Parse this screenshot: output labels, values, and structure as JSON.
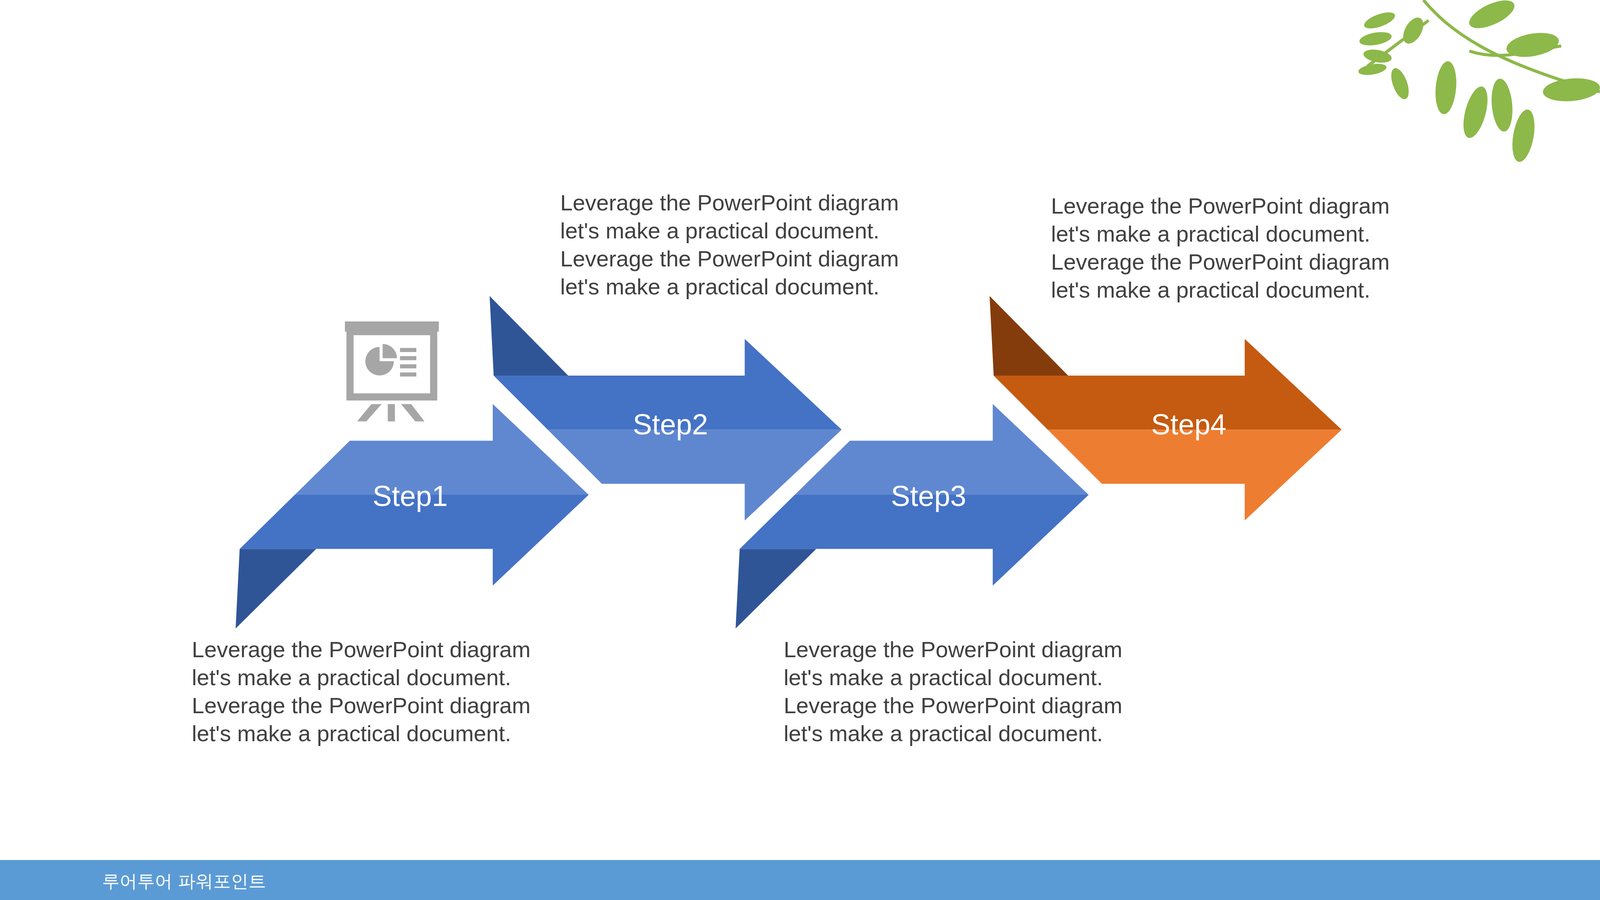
{
  "diagram": {
    "nodes": [
      {
        "text": [
          "Step1",
          "Leverage the PowerPoint diagram let's make a practical document. Leverage the PowerPoint diagram let's make a practical document."
        ]
      },
      {
        "text": [
          "Step2",
          "Leverage the PowerPoint diagram let's make a practical document. Leverage the PowerPoint diagram let's make a practical document."
        ]
      },
      {
        "text": [
          "Step3",
          "Leverage the PowerPoint diagram let's make a practical document. Leverage the PowerPoint diagram let's make a practical document."
        ]
      },
      {
        "text": [
          "Step4",
          "Leverage the PowerPoint diagram let's make a practical document. Leverage the PowerPoint diagram let's make a practical document."
        ]
      }
    ],
    "labels": [
      "루어투어 파워포인트"
    ]
  }
}
